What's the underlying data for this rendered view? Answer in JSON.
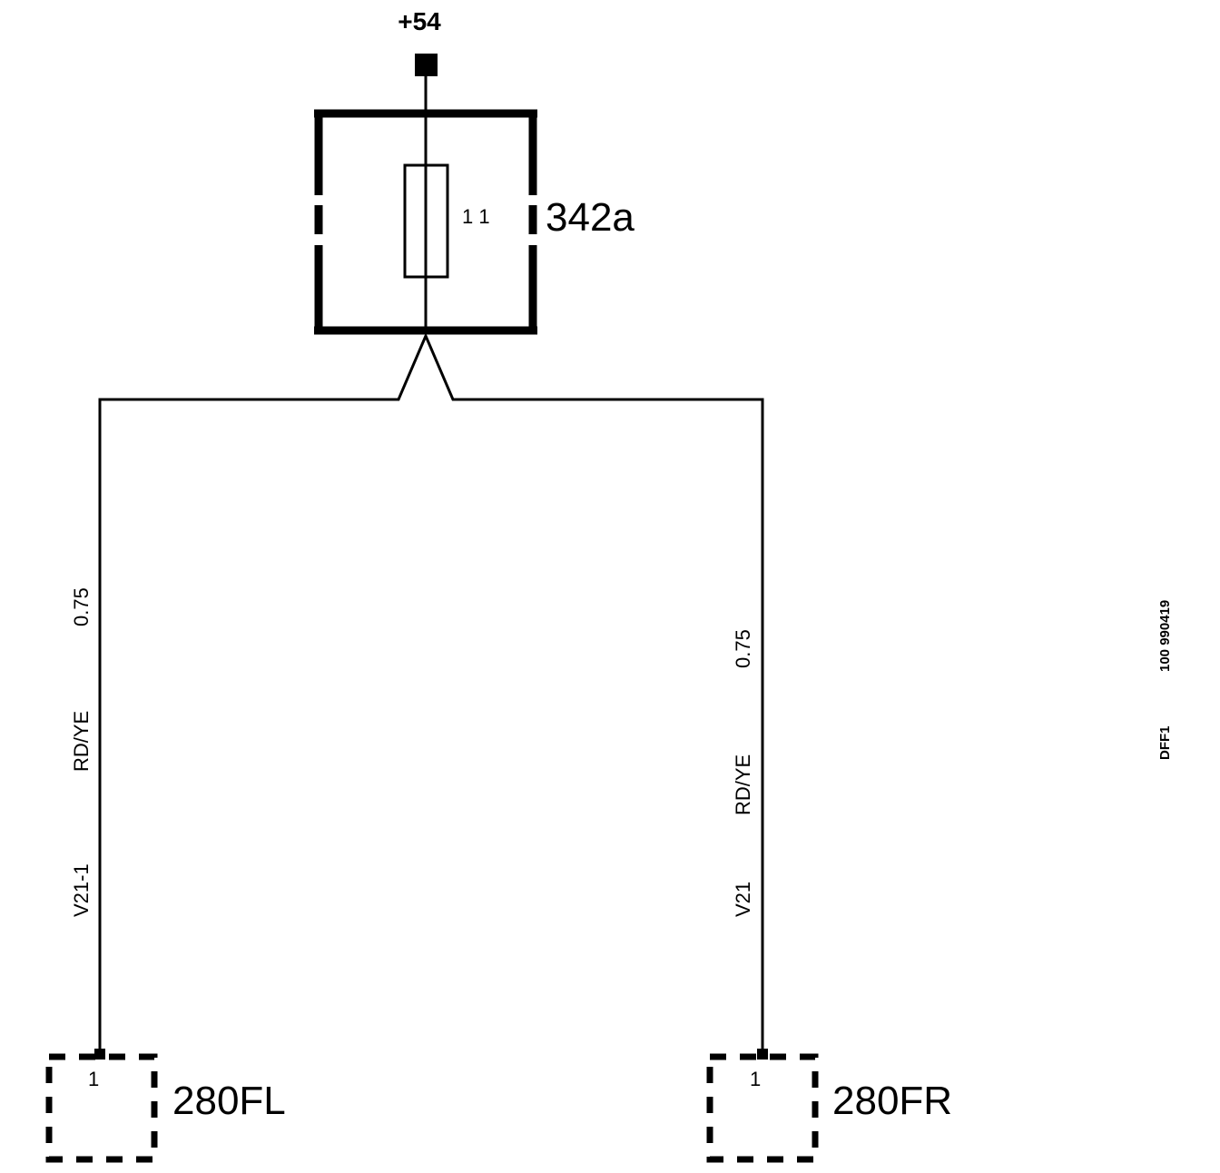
{
  "terminal": {
    "label": "+54"
  },
  "fuse": {
    "component_id": "342a",
    "number": "1 1"
  },
  "wires": [
    {
      "code": "V21-1",
      "color": "RD/YE",
      "size": "0.75"
    },
    {
      "code": "V21",
      "color": "RD/YE",
      "size": "0.75"
    }
  ],
  "connectors": [
    {
      "id": "280FL",
      "pin": "1"
    },
    {
      "id": "280FR",
      "pin": "1"
    }
  ],
  "reference": {
    "sheet": "DFF1",
    "code": "100 990419"
  }
}
